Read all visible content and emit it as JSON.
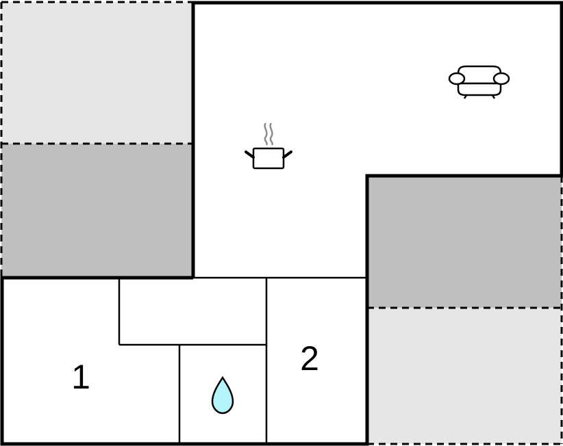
{
  "floorplan": {
    "colors": {
      "wall": "#000000",
      "outdoor_light": "#e6e6e6",
      "outdoor_dark": "#bfbfbf",
      "interior": "#ffffff",
      "water": "#b3f5fb",
      "steam": "#8c8c8c"
    },
    "rooms": [
      {
        "id": "living-kitchen",
        "label": "",
        "icons": [
          "kitchen-pot-icon",
          "sofa-icon"
        ]
      },
      {
        "id": "bedroom-1",
        "label": "1"
      },
      {
        "id": "bedroom-2",
        "label": "2"
      },
      {
        "id": "hallway",
        "label": ""
      },
      {
        "id": "bathroom",
        "label": "",
        "icons": [
          "water-drop-icon"
        ]
      }
    ],
    "outdoor_areas": [
      {
        "id": "terrace-top-left",
        "shade": "light"
      },
      {
        "id": "terrace-mid-left",
        "shade": "dark"
      },
      {
        "id": "terrace-mid-right",
        "shade": "dark"
      },
      {
        "id": "terrace-bottom-right",
        "shade": "light"
      }
    ],
    "labels": {
      "bedroom_1": "1",
      "bedroom_2": "2"
    }
  }
}
